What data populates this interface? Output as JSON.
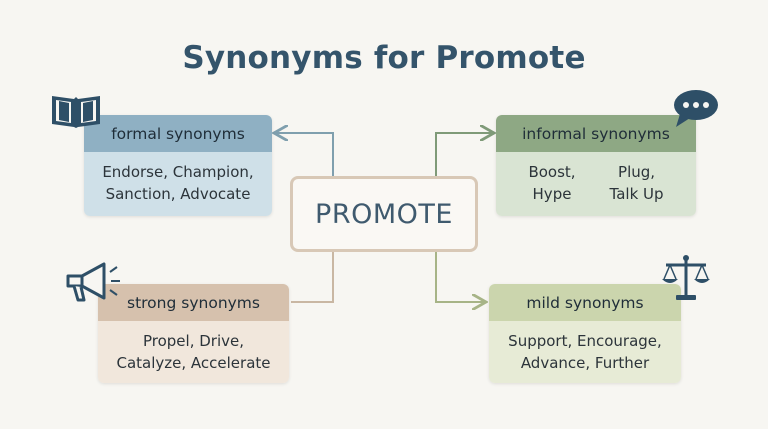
{
  "title": "Synonyms for Promote",
  "center": "PROMOTE",
  "categories": {
    "formal": {
      "heading": "formal synonyms",
      "lines": [
        "Endorse, Champion,",
        "Sanction, Advocate"
      ],
      "icon": "book-icon"
    },
    "informal": {
      "heading": "informal synonyms",
      "col1": [
        "Boost,",
        "Hype"
      ],
      "col2": [
        "Plug,",
        "Talk Up"
      ],
      "icon": "speech-bubble-icon"
    },
    "strong": {
      "heading": "strong synonyms",
      "lines": [
        "Propel, Drive,",
        "Catalyze, Accelerate"
      ],
      "icon": "megaphone-icon"
    },
    "mild": {
      "heading": "mild synonyms",
      "lines": [
        "Support, Encourage,",
        "Advance, Further"
      ],
      "icon": "scales-icon"
    }
  },
  "colors": {
    "title": "#34546b",
    "formal": "#8fb0c3",
    "informal": "#8ea884",
    "strong": "#d6c1ad",
    "mild": "#cbd5ad",
    "center_border": "#d8c8b6"
  }
}
